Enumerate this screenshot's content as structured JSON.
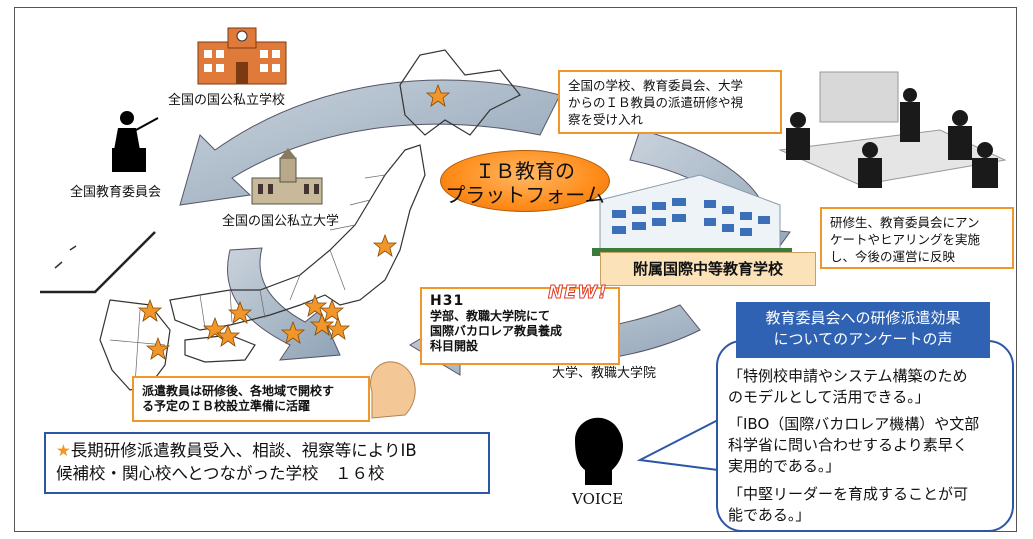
{
  "labels": {
    "schools": "全国の国公私立学校",
    "boards": "全国教育委員会",
    "universities": "全国の国公私立大学",
    "grad_school": "大学、教職大学院",
    "voice_caption": "VOICE"
  },
  "platform": {
    "line1": "ＩＢ教育の",
    "line2": "プラットフォーム"
  },
  "attached_school": "附属国際中等教育学校",
  "box_receive": {
    "line1": "全国の学校、教育委員会、大学",
    "line2": "からのＩＢ教員の派遣研修や視",
    "line3": "察を受け入れ"
  },
  "box_survey": {
    "line1": "研修生、教育委員会にアン",
    "line2": "ケートやヒアリングを実施",
    "line3": "し、今後の運営に反映"
  },
  "box_h31": {
    "year": "H31",
    "new_badge": "NEW!",
    "line1": "学部、教職大学院にて",
    "line2": "国際バカロレア教員養成",
    "line3": "科目開設"
  },
  "box_dispatch": {
    "line1": "派遣教員は研修後、各地域で開校す",
    "line2": "る予定のＩＢ校設立準備に活躍"
  },
  "summary": {
    "star": "★",
    "line1": "長期研修派遣教員受入、相談、視察等によりIB",
    "line2": "候補校・関心校へとつながった学校　１６校"
  },
  "voice": {
    "heading_line1": "教育委員会への研修派遣効果",
    "heading_line2": "についてのアンケートの声",
    "quotes": [
      {
        "line1": "「特例校申請やシステム構築のため",
        "line2": "のモデルとして活用できる。」"
      },
      {
        "line1": "「IBO（国際バカロレア機構）や文部",
        "line2": "科学省に問い合わせするより素早く",
        "line3": "実用的である。」"
      },
      {
        "line1": "「中堅リーダーを育成することが可",
        "line2": "能である。」"
      }
    ]
  },
  "colors": {
    "orange": "#f0962a",
    "blue": "#2c56a6",
    "arrow": "#9fb3c8",
    "tan": "#fbe2b8"
  }
}
